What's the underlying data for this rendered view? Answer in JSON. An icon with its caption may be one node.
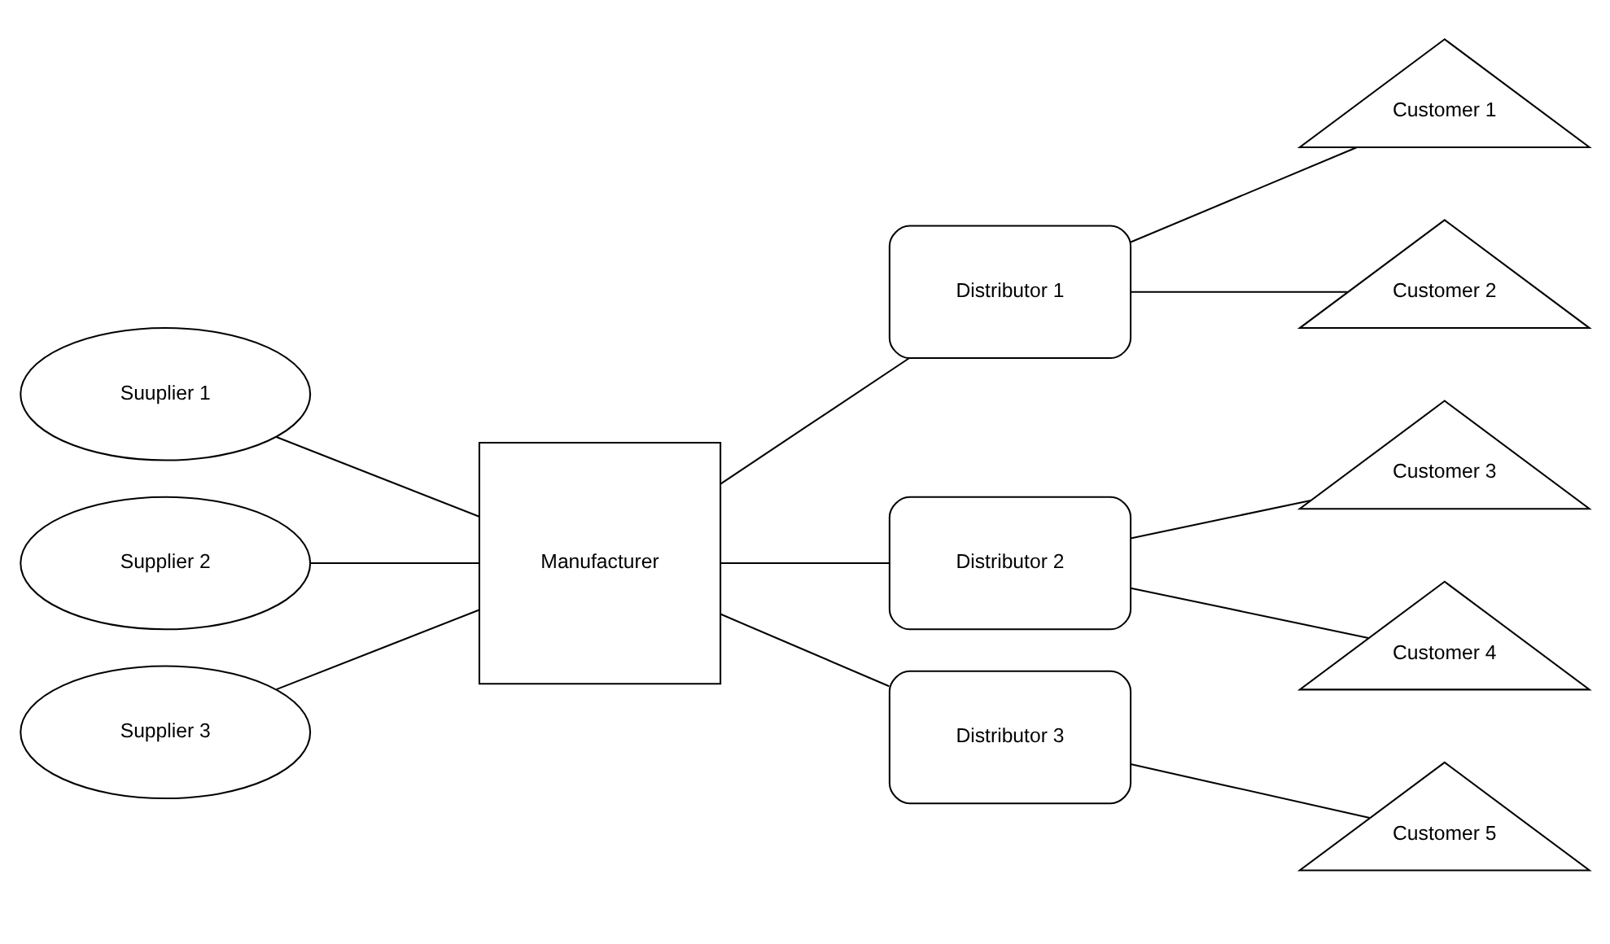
{
  "diagram": {
    "nodes": [
      {
        "text": [
          "Suuplier 1"
        ]
      },
      {
        "text": [
          "Supplier 2"
        ]
      },
      {
        "text": [
          "Supplier 3"
        ]
      },
      {
        "text": [
          "Manufacturer"
        ]
      },
      {
        "text": [
          "Distributor 1"
        ]
      },
      {
        "text": [
          "Distributor 2"
        ]
      },
      {
        "text": [
          "Distributor 3"
        ]
      },
      {
        "text": [
          "Customer 1"
        ]
      },
      {
        "text": [
          "Customer 2"
        ]
      },
      {
        "text": [
          "Customer 3"
        ]
      },
      {
        "text": [
          "Customer 4"
        ]
      },
      {
        "text": [
          "Customer 5"
        ]
      }
    ],
    "edges": [
      {
        "from": 0,
        "to": 3,
        "arrow": "none"
      },
      {
        "from": 1,
        "to": 3,
        "arrow": "none"
      },
      {
        "from": 2,
        "to": 3,
        "arrow": "none"
      },
      {
        "from": 3,
        "to": 4,
        "arrow": "none"
      },
      {
        "from": 3,
        "to": 5,
        "arrow": "none"
      },
      {
        "from": 3,
        "to": 6,
        "arrow": "none"
      },
      {
        "from": 4,
        "to": 7,
        "arrow": "none"
      },
      {
        "from": 4,
        "to": 8,
        "arrow": "none"
      },
      {
        "from": 5,
        "to": 9,
        "arrow": "none"
      },
      {
        "from": 5,
        "to": 10,
        "arrow": "none"
      },
      {
        "from": 6,
        "to": 11,
        "arrow": "none"
      }
    ]
  }
}
